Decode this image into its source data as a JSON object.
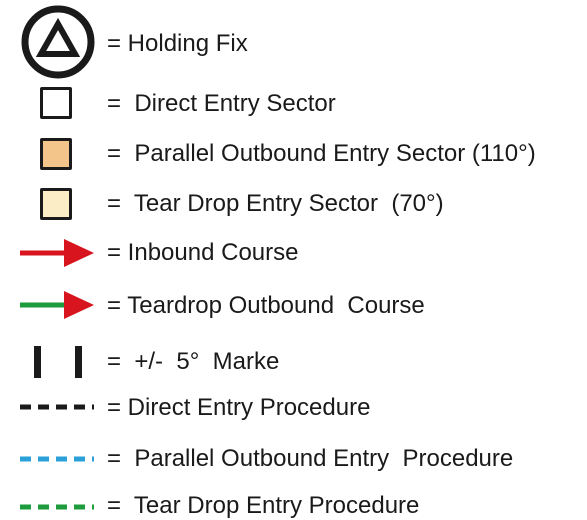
{
  "legend": {
    "items": [
      {
        "symbol": "holding-fix",
        "label": "= Holding Fix"
      },
      {
        "symbol": "direct-entry-sector",
        "fill": "#ffffff",
        "label": "=  Direct Entry Sector"
      },
      {
        "symbol": "parallel-outbound-entry-sector",
        "fill": "#f4c58a",
        "label": "=  Parallel Outbound Entry Sector (110°)"
      },
      {
        "symbol": "tear-drop-entry-sector",
        "fill": "#fbeec6",
        "label": "=  Tear Drop Entry Sector  (70°)"
      },
      {
        "symbol": "inbound-course-arrow",
        "color": "#d8141e",
        "label": "= Inbound Course"
      },
      {
        "symbol": "teardrop-outbound-course-arrow",
        "line_color": "#1e9b3c",
        "head_color": "#d8141e",
        "label": "= Teardrop Outbound  Course"
      },
      {
        "symbol": "marker-ticks",
        "color": "#1a1a1a",
        "label": "=  +/-  5°  Marke"
      },
      {
        "symbol": "dashed-line",
        "color": "#1a1a1a",
        "label": "= Direct Entry Procedure"
      },
      {
        "symbol": "dashed-line",
        "color": "#2a9fd8",
        "label": "=  Parallel Outbound Entry  Procedure"
      },
      {
        "symbol": "dashed-line",
        "color": "#1e9b3c",
        "label": "=  Tear Drop Entry Procedure"
      }
    ]
  }
}
